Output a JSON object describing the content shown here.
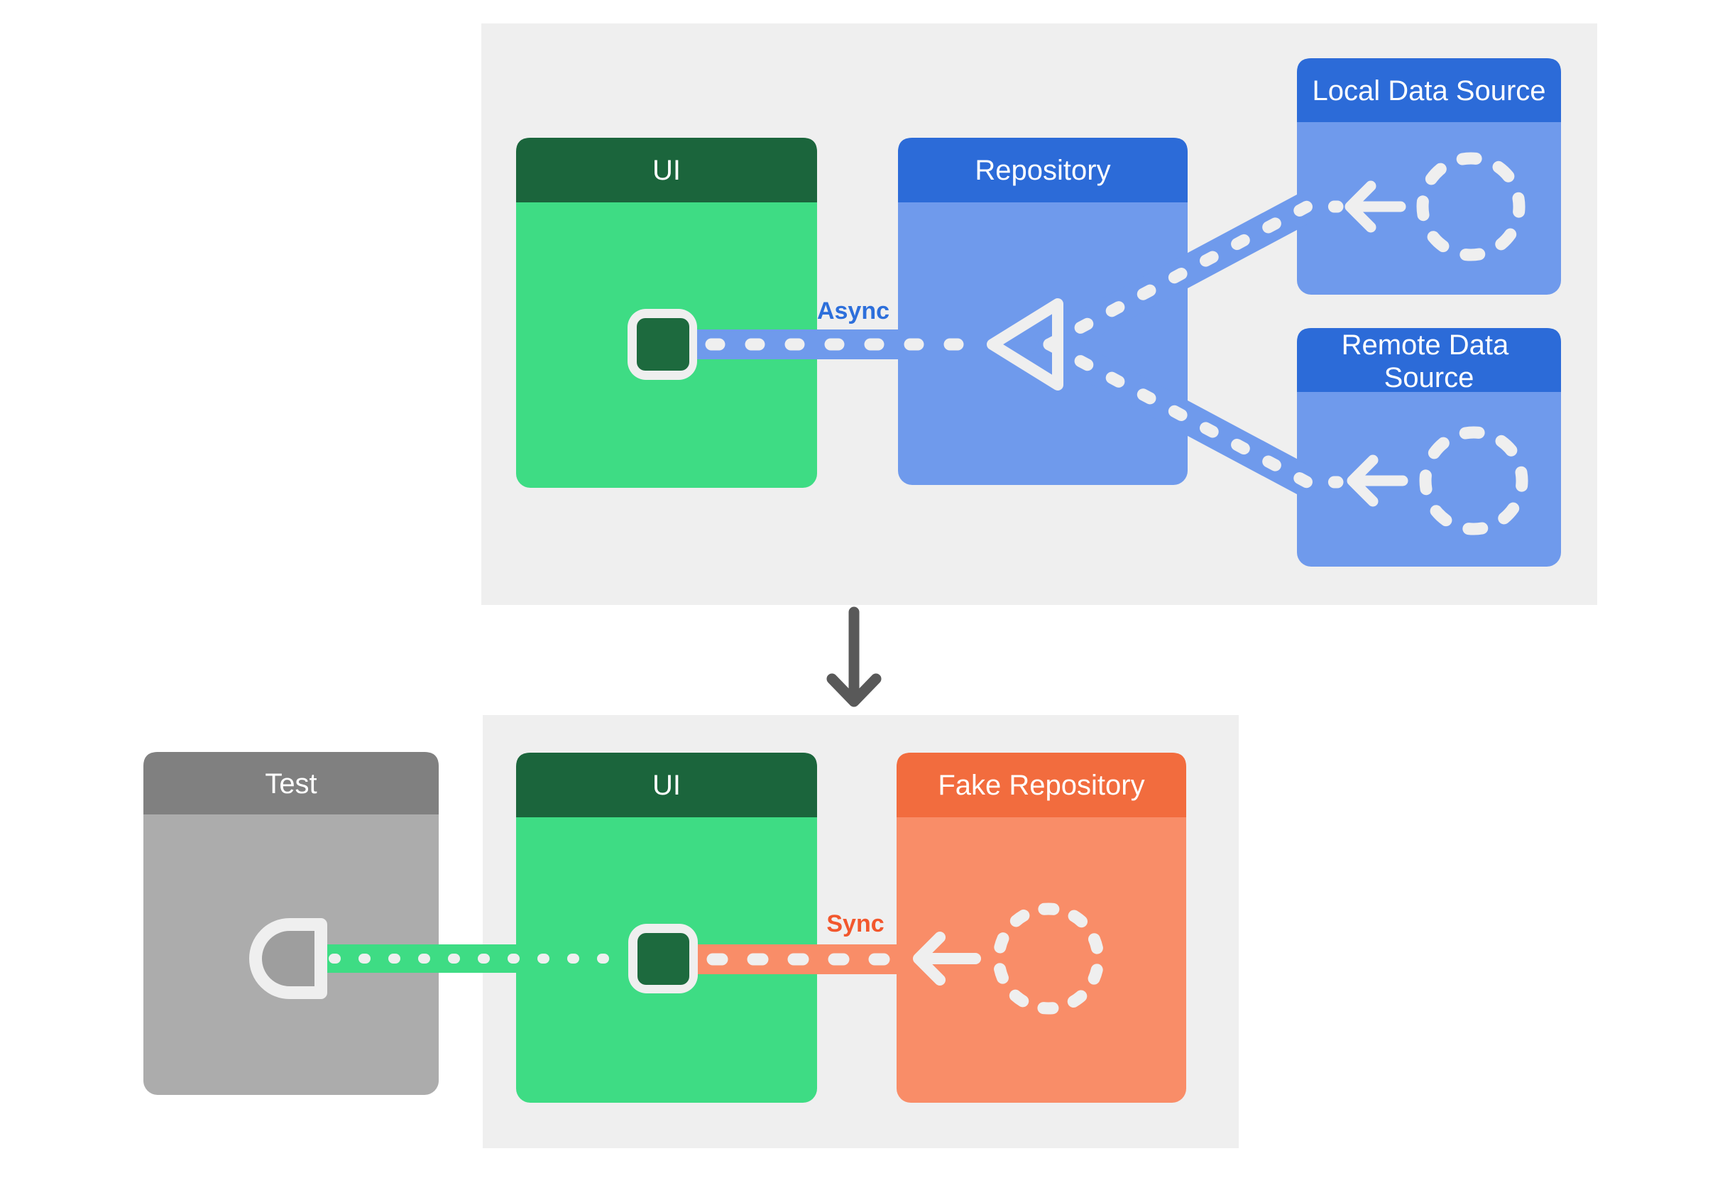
{
  "sections": {
    "production": {
      "ui_title": "UI",
      "repository_title": "Repository",
      "local_data_source_title": "Local Data Source",
      "remote_data_source_line1": "Remote Data",
      "remote_data_source_line2": "Source",
      "flow_label": "Async"
    },
    "test": {
      "test_title": "Test",
      "ui_title": "UI",
      "fake_repository_title": "Fake Repository",
      "flow_label": "Sync"
    }
  },
  "colors": {
    "page_background": "#ffffff",
    "panel_background": "#efefef",
    "green_header": "#1b653c",
    "green_body": "#3edc84",
    "blue_header": "#2c6bd8",
    "blue_body": "#6f9aec",
    "orange_header": "#f26c3e",
    "orange_body": "#f98d68",
    "gray_header": "#808080",
    "gray_body": "#acacac",
    "gray_socket_fill": "#9e9e9e",
    "async_label": "#2d6fdb",
    "sync_label": "#f2572d",
    "connector_stroke": "#efefef",
    "down_arrow": "#595959"
  }
}
